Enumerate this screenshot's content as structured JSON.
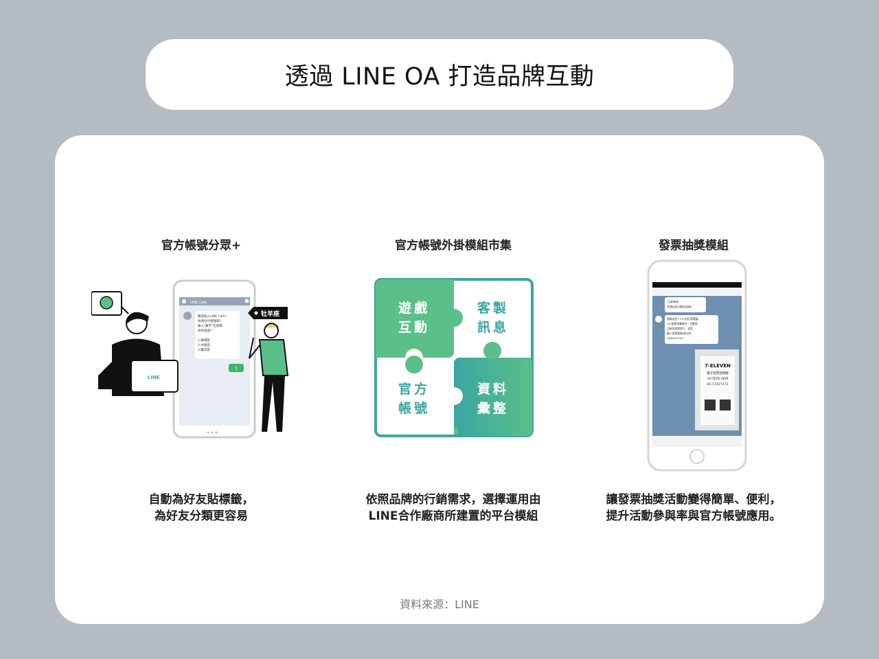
{
  "header": {
    "title": "透過 LINE OA 打造品牌互動"
  },
  "columns": [
    {
      "title": "官方帳號分眾+",
      "desc_lines": [
        "自動為好友貼標籤，",
        "為好友分類更容易"
      ],
      "illustration": {
        "chat_header": "LINE Cafe",
        "chat_message_lines": [
          "歡迎加入LINE Cafe！",
          "你適合什麼咖啡？",
          "輸入\"數字\"告訴我",
          "你的星座？"
        ],
        "chat_options": [
          "1.摩羯座",
          "2.水瓶座",
          "3.魔羊座"
        ],
        "reply_value": "3",
        "tag_label": "牡羊座",
        "laptop_logo": "LINE"
      }
    },
    {
      "title": "官方帳號外掛模組市集",
      "desc_lines": [
        "依照品牌的行銷需求，選擇運用由",
        "LINE合作廠商所建置的平台模組"
      ],
      "puzzle": {
        "top_left": [
          "遊戲",
          "互動"
        ],
        "top_right": [
          "客製",
          "訊息"
        ],
        "bottom_left": [
          "官方",
          "帳號"
        ],
        "bottom_right": [
          "資料",
          "彙整"
        ],
        "green": "#5bbf8a",
        "teal": "#3aa6a0"
      }
    },
    {
      "title": "發票抽獎模組",
      "desc_lines": [
        "讓發票抽獎活動變得簡單、便利，",
        "提升活動參與率與官方帳號應用。"
      ],
      "phone": {
        "bubble1_lines": [
          "注意事項",
          "點選此處以開啟此頁面"
        ],
        "bubble2_lines": [
          "請傳送您7-11/全家/萊爾富/",
          "OK/富爾佰購買任一活動商",
          "品後的發票照片，或是",
          "輸入發票號碼/格式如",
          "ZN84933301"
        ],
        "receipt_brand": "7-ELEVEN",
        "receipt_lines": [
          "電子發票證明聯",
          "107年05-06月",
          "BC-57427473"
        ]
      }
    }
  ],
  "footer": {
    "source": "資料來源：LINE"
  }
}
